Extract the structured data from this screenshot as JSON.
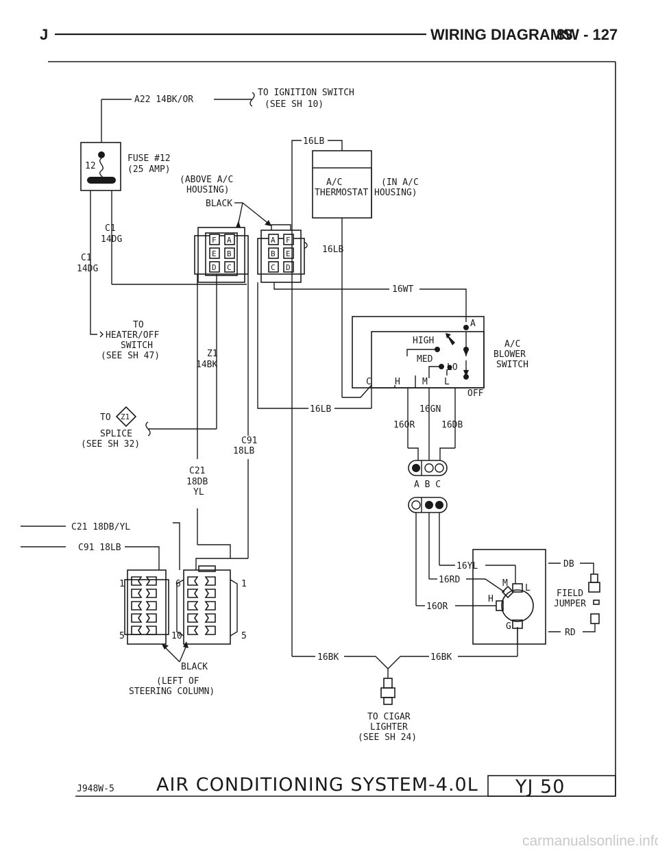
{
  "header": {
    "left": "J",
    "right": "WIRING DIAGRAMS",
    "page": "8W - 127"
  },
  "footer": {
    "code": "J948W-5",
    "title": "AIR CONDITIONING SYSTEM-4.0L",
    "model": "YJ 50"
  },
  "watermark": "carmanualsonline.info",
  "labels": {
    "a22": "A22 14BK/OR",
    "ign1": "TO IGNITION SWITCH",
    "ign2": "(SEE SH 10)",
    "fuse_num": "12",
    "fuse1": "FUSE #12",
    "fuse2": "(25 AMP)",
    "above1": "(ABOVE A/C",
    "above2": "HOUSING)",
    "black_top": "BLACK",
    "c1a": "C1",
    "c1a2": "14DG",
    "c1b": "C1",
    "c1b2": "14DG",
    "w16lb_top": "16LB",
    "thermo1": "A/C",
    "thermo2": "THERMOSTAT",
    "inac1": "(IN A/C",
    "inac2": "HOUSING)",
    "w16lb_mid": "16LB",
    "w16wt": "16WT",
    "heat1": "TO",
    "heat2": "HEATER/OFF",
    "heat3": "SWITCH",
    "heat4": "(SEE SH 47)",
    "z1": "Z1",
    "z1b": "14BK",
    "sw_a": "A",
    "sw_high": "HIGH",
    "sw_med": "MED",
    "sw_lo": "LO",
    "sw_c": "C",
    "sw_h": "H",
    "sw_m": "M",
    "sw_l": "L",
    "sw_off": "OFF",
    "blower1": "A/C",
    "blower2": "BLOWER",
    "blower3": "SWITCH",
    "w16lb_low": "16LB",
    "w16gn": "16GN",
    "w16or": "16OR",
    "w16db": "16DB",
    "splice_to": "TO",
    "splice_z": "Z1",
    "splice1": "SPLICE",
    "splice2": "(SEE SH 32)",
    "c91": "C91",
    "c91b": "18LB",
    "c21": "C21",
    "c21b": "18DB",
    "c21c": "YL",
    "abc": "A B C",
    "c21full": "C21 18DB/YL",
    "c91full": "C91 18LB",
    "w16yl": "16YL",
    "w16rd": "16RD",
    "w16or2": "16OR",
    "mot_m": "M",
    "mot_l": "L",
    "mot_h": "H",
    "mot_g": "G",
    "db": "DB",
    "field1": "FIELD",
    "field2": "JUMPER",
    "rd": "RD",
    "p1": "1",
    "p6": "6",
    "p1b": "1",
    "p5": "5",
    "p10": "10",
    "p5b": "5",
    "black_bot": "BLACK",
    "left1": "(LEFT OF",
    "left2": "STEERING COLUMN)",
    "w16bk_a": "16BK",
    "w16bk_b": "16BK",
    "cig1": "TO CIGAR",
    "cig2": "LIGHTER",
    "cig3": "(SEE SH 24)",
    "cf": "F",
    "ca": "A",
    "ce": "E",
    "cb": "B",
    "cd": "D",
    "cc": "C",
    "rf": "F",
    "ra": "A",
    "re": "E",
    "rb": "B",
    "rd_": "D",
    "rc": "C"
  }
}
